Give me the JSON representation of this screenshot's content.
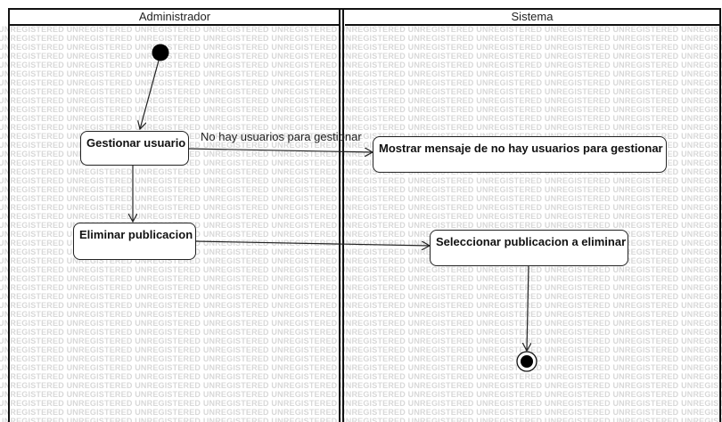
{
  "swimlanes": [
    {
      "id": "admin",
      "label": "Administrador"
    },
    {
      "id": "system",
      "label": "Sistema"
    }
  ],
  "watermark": "UNREGISTERED",
  "nodes": {
    "gestionar": "Gestionar usuario",
    "eliminar": "Eliminar publicacion",
    "mostrar": "Mostrar mensaje de no hay usuarios para gestionar",
    "seleccionar": "Seleccionar publicacion a eliminar"
  },
  "edges": {
    "gestionar_to_mostrar": "No hay usuarios para gestionar"
  },
  "colors": {
    "line": "#222222",
    "watermark": "#d8d8d8",
    "background": "#ffffff"
  }
}
